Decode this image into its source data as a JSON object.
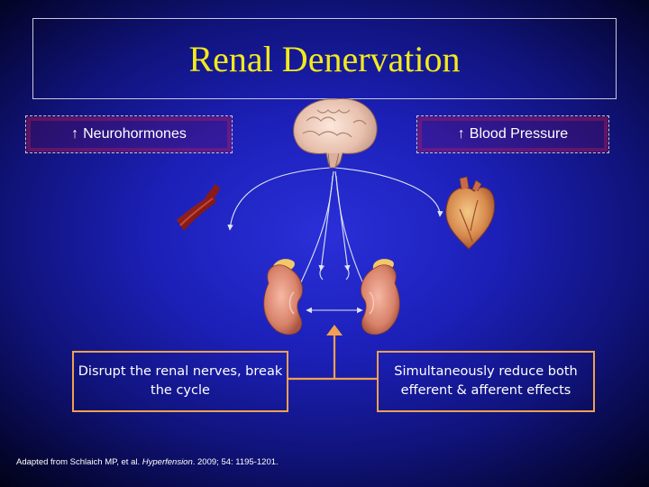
{
  "title": "Renal Denervation",
  "labels": {
    "neurohormones_arrow": "↑",
    "neurohormones": "Neurohormones",
    "blood_pressure_arrow": "↑",
    "blood_pressure": "Blood Pressure"
  },
  "boxes": {
    "left": "Disrupt the renal nerves, break the cycle",
    "right": "Simultaneously reduce both efferent & afferent effects"
  },
  "citation": {
    "prefix": "Adapted from Schlaich MP, et al. ",
    "journal": "Hyperfension",
    "suffix": ". 2009; 54: 1195-1201."
  },
  "colors": {
    "title": "#f2ea1c",
    "box_border": "#f0a050",
    "connector": "#f0a050"
  },
  "icons": [
    "brain-icon",
    "artery-icon",
    "heart-icon",
    "left-kidney-icon",
    "right-kidney-icon"
  ]
}
